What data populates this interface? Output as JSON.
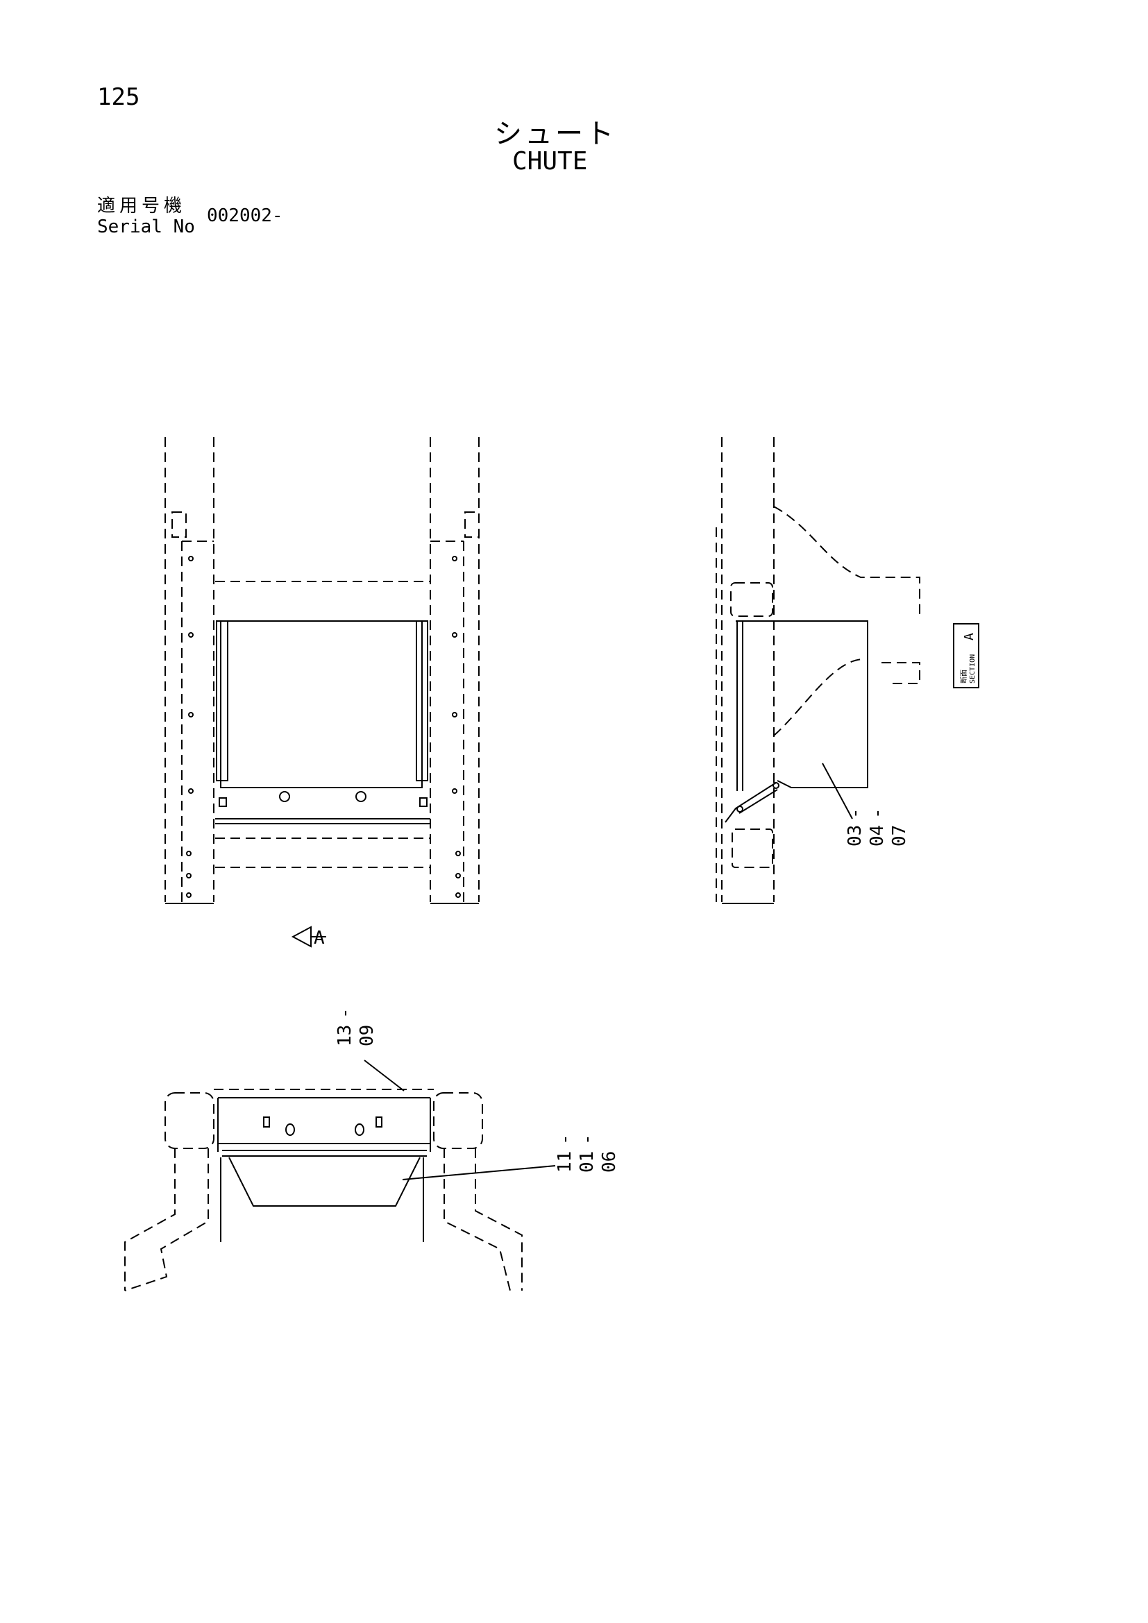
{
  "header": {
    "page_number": "125",
    "title_jp": "シュート",
    "title_en": "CHUTE",
    "serial_label_jp": "適用号機",
    "serial_label_en": "Serial No",
    "serial_value": "002002-"
  },
  "view_a_marker": "A",
  "section_label": {
    "jp": "断面",
    "en": "SECTION",
    "letter": "A"
  },
  "callouts": [
    {
      "id": "callout-side",
      "lines": [
        "03",
        "04",
        "07"
      ]
    },
    {
      "id": "callout-upper",
      "lines": [
        "13",
        "09"
      ]
    },
    {
      "id": "callout-lower",
      "lines": [
        "11",
        "01",
        "06"
      ]
    }
  ],
  "colors": {
    "ink": "#000000",
    "paper": "#ffffff"
  }
}
